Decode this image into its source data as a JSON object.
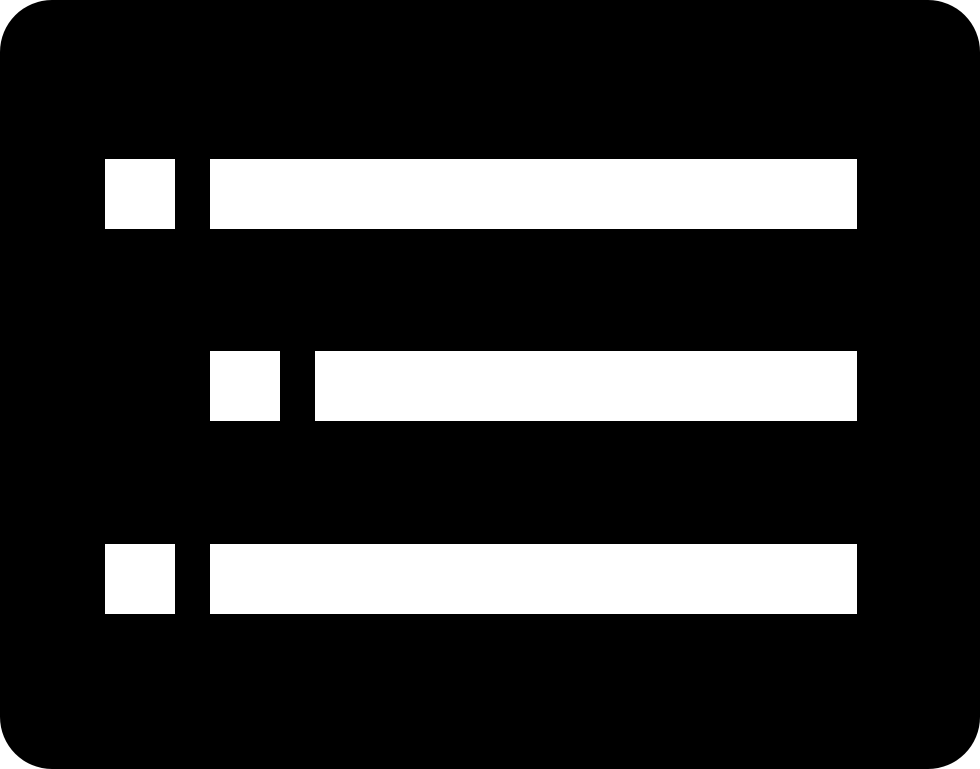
{
  "icon": {
    "name": "nested-list-icon",
    "background_color": "#000000",
    "foreground_color": "#ffffff",
    "rows": [
      {
        "level": 0
      },
      {
        "level": 1
      },
      {
        "level": 0
      }
    ]
  }
}
